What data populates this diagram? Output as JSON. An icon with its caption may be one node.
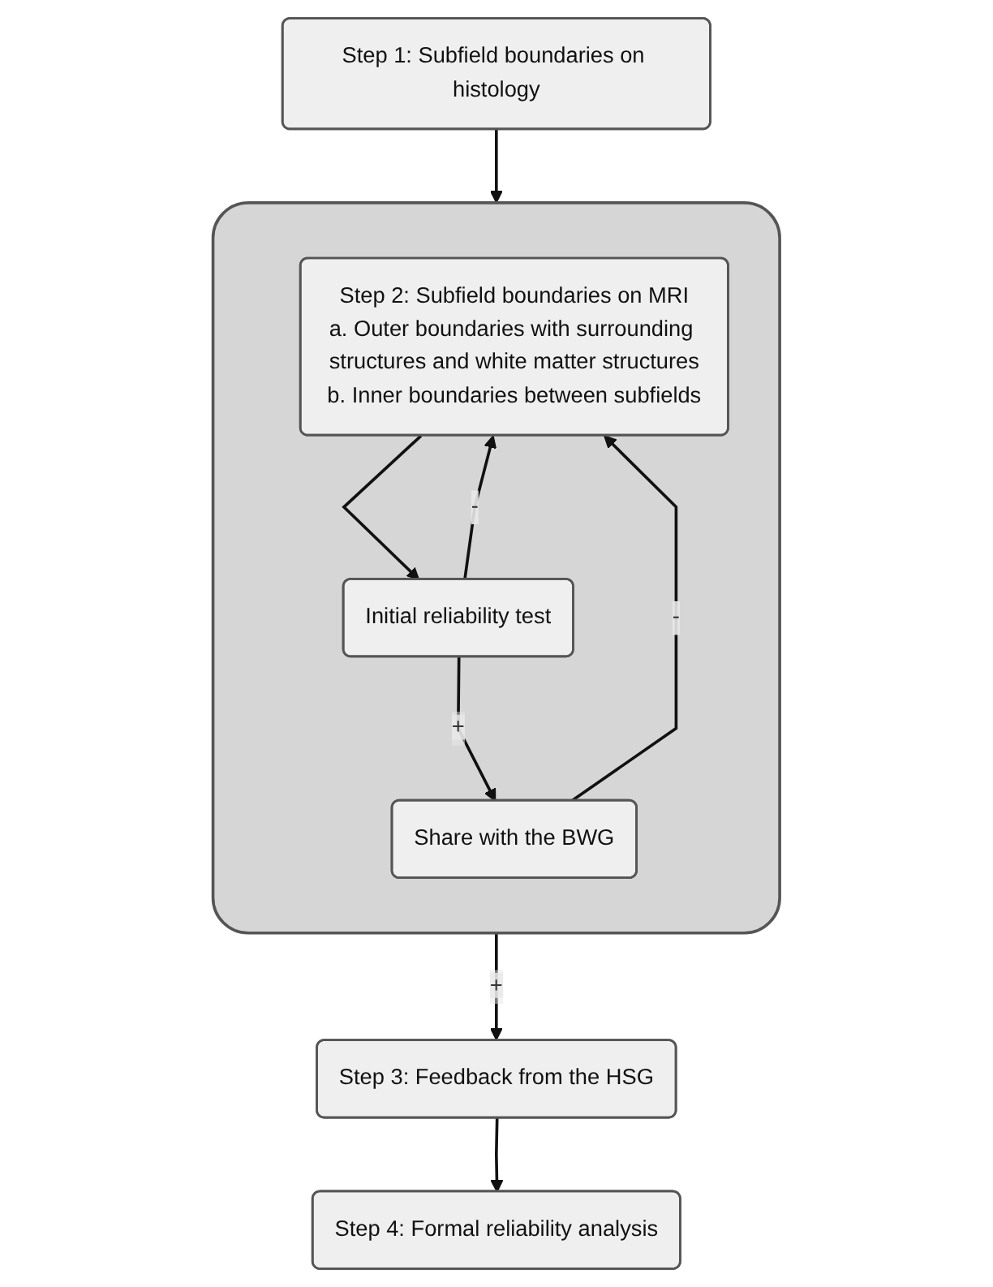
{
  "diagram": {
    "nodes": [
      {
        "text": [
          "Step 1: Subfield boundaries on histology"
        ]
      },
      {
        "text": [],
        "shape": "box"
      },
      {
        "text": [
          "Step 2: Subfield boundaries on MRI",
          "a. Outer boundaries with surrounding structures and white matter structures",
          "b. Inner boundaries between subfields"
        ],
        "in": 1
      },
      {
        "text": [
          "Initial reliability test"
        ],
        "in": 1
      },
      {
        "text": [
          "Share with the BWG"
        ],
        "in": 1
      },
      {
        "text": [
          "Step 3: Feedback from the HSG"
        ]
      },
      {
        "text": [
          "Step 4: Formal reliability analysis"
        ]
      }
    ],
    "edges": [
      {
        "from": 0,
        "to": 1,
        "arrow": "to"
      },
      {
        "from": 2,
        "to": 3,
        "arrow": "to"
      },
      {
        "from": 3,
        "to": 4,
        "arrow": "to",
        "label": "+"
      },
      {
        "from": 3,
        "to": 2,
        "arrow": "to",
        "label": "-"
      },
      {
        "from": 4,
        "to": 2,
        "arrow": "to",
        "label": "-"
      },
      {
        "from": 1,
        "to": 5,
        "arrow": "to",
        "label": "+"
      },
      {
        "from": 5,
        "to": 6,
        "arrow": "to"
      }
    ]
  }
}
